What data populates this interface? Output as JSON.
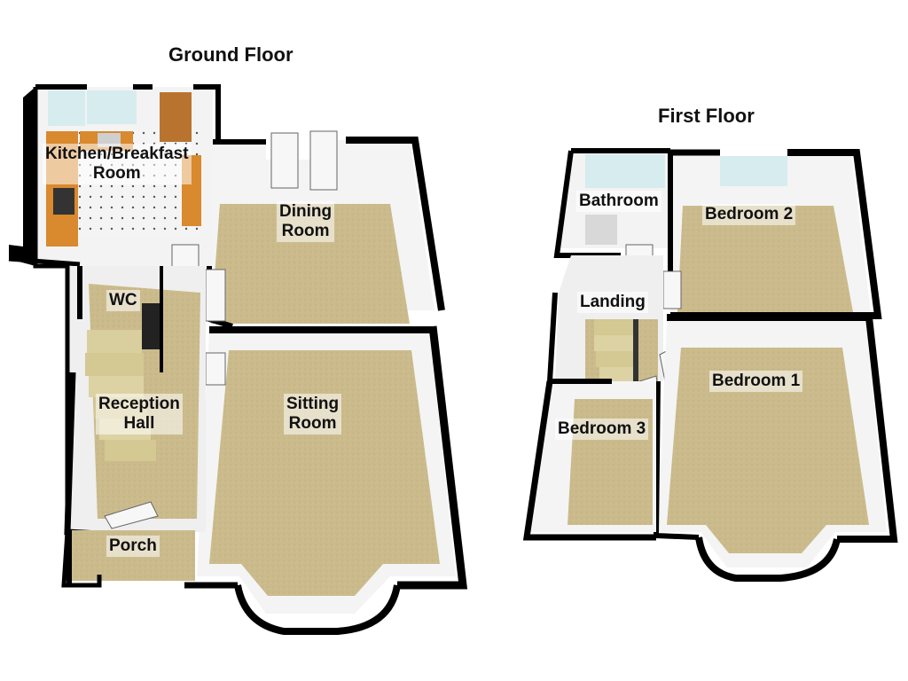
{
  "floors": {
    "ground": {
      "title": "Ground Floor",
      "rooms": {
        "kitchen": "Kitchen/Breakfast\nRoom",
        "dining": "Dining\nRoom",
        "wc": "WC",
        "hall": "Reception\nHall",
        "sitting": "Sitting\nRoom",
        "porch": "Porch"
      }
    },
    "first": {
      "title": "First Floor",
      "rooms": {
        "bathroom": "Bathroom",
        "bedroom2": "Bedroom 2",
        "landing": "Landing",
        "bedroom1": "Bedroom 1",
        "bedroom3": "Bedroom 3"
      }
    }
  },
  "colors": {
    "carpet": "#c9b98a",
    "wall_top": "#000000",
    "wall_face": "#f4f4f4",
    "window": "#d6ecef",
    "worktop": "#d9892e",
    "kitchen_floor": "#f2f2f2",
    "door": "#f7f7f7",
    "wood_door": "#b8742f"
  }
}
